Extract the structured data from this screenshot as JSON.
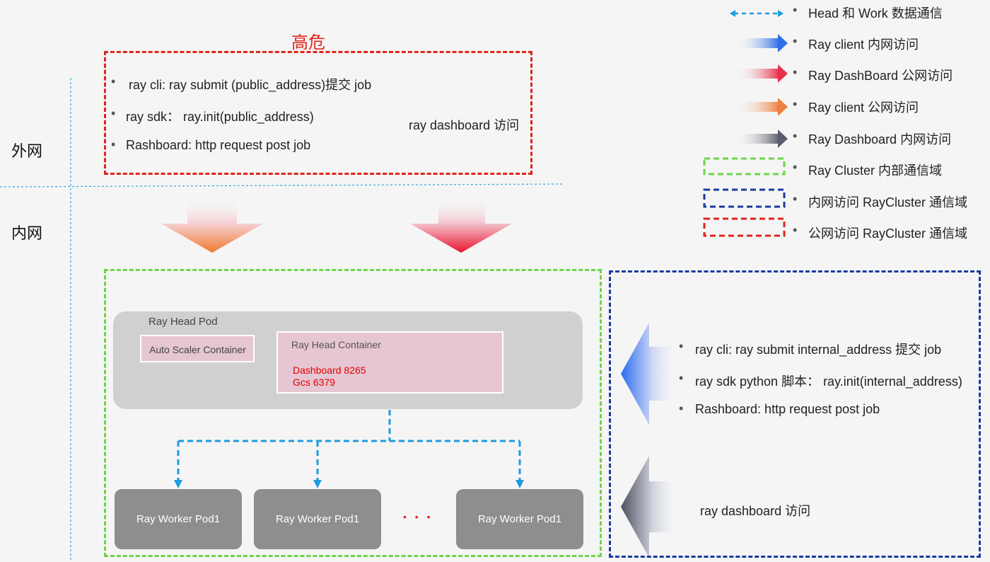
{
  "title_high_risk": "高危",
  "zones": {
    "external": "外网",
    "internal": "内网"
  },
  "external_box": {
    "items": [
      "ray cli: ray submit (public_address)提交 job",
      "ray sdk：  ray.init(public_address)",
      "Rashboard: http request post job"
    ],
    "dashboard_note": "ray dashboard 访问"
  },
  "cluster": {
    "head_pod_label": "Ray Head Pod",
    "autoscaler_label": "Auto Scaler Container",
    "head_container_label": "Ray Head Container",
    "ports": [
      "Dashboard 8265",
      "Gcs 6379"
    ],
    "workers": [
      "Ray Worker Pod1",
      "Ray Worker Pod1",
      "Ray Worker Pod1"
    ],
    "ellipsis": "• • •"
  },
  "internal_box": {
    "items": [
      "ray cli: ray submit internal_address 提交 job",
      "ray sdk python 脚本：  ray.init(internal_address)",
      "Rashboard: http request post job"
    ],
    "dashboard_note": "ray dashboard 访问"
  },
  "legend": [
    {
      "text": "Head 和 Work 数据通信",
      "icon": "dashed-arrow-icon",
      "color": "#1e9be0"
    },
    {
      "text": "Ray client 内网访问",
      "icon": "gradient-arrow-icon",
      "color": "#2f6fe8"
    },
    {
      "text": "Ray DashBoard 公网访问",
      "icon": "gradient-arrow-icon",
      "color": "#e8304a"
    },
    {
      "text": "Ray client 公网访问",
      "icon": "gradient-arrow-icon",
      "color": "#f08040"
    },
    {
      "text": "Ray Dashboard 内网访问",
      "icon": "gradient-arrow-icon",
      "color": "#5a5d6e"
    },
    {
      "text": "Ray Cluster 内部通信域",
      "icon": "dashed-box-icon",
      "color": "#6ed44a"
    },
    {
      "text": "内网访问 RayCluster 通信域",
      "icon": "dashed-box-icon",
      "color": "#1a3aa0"
    },
    {
      "text": "公网访问 RayCluster 通信域",
      "icon": "dashed-box-icon",
      "color": "#e0251b"
    }
  ],
  "colors": {
    "red": "#e0251b",
    "green": "#6ed44a",
    "blue": "#1a3aa0",
    "comm": "#1e9be0",
    "port_text": "#e00000"
  }
}
